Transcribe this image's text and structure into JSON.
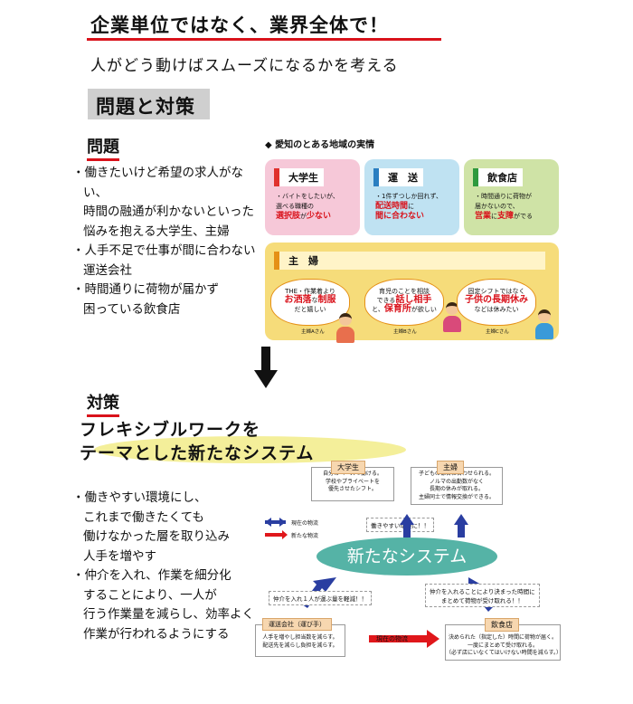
{
  "header": {
    "title": "企業単位ではなく、業界全体で！",
    "subtitle": "人がどう動けばスムーズになるかを考える"
  },
  "section": {
    "label": "問題と対策"
  },
  "problems": {
    "heading": "問題",
    "bullets": [
      "・働きたいけど希望の求人がない、\n時間の融通が利かないといった\n悩みを抱える大学生、主婦",
      "・人手不足で仕事が間に合わない\n運送会社",
      "・時間通りに荷物が届かず\n困っている飲食店"
    ]
  },
  "infographic": {
    "caption": "◆ 愛知のとある地域の実情",
    "cards": [
      {
        "label": "大学生",
        "accent": "#e0312d",
        "bg": "#f6c8d8",
        "lines": [
          "・バイトをしたいが、",
          "選べる職種の",
          "選択肢",
          "が",
          "少ない"
        ]
      },
      {
        "label": "運　送",
        "accent": "#2a7fc1",
        "bg": "#bfe2f2",
        "lines": [
          "・1件ずつしか回れず、",
          "配送時間",
          "に",
          "間に合わない"
        ]
      },
      {
        "label": "飲食店",
        "accent": "#2f9a3e",
        "bg": "#cfe3a6",
        "lines": [
          "・時間通りに荷物が",
          "届かないので、",
          "営業",
          "に",
          "支障",
          "がでる"
        ]
      }
    ],
    "housewife": {
      "label": "主　婦",
      "bubbles": [
        {
          "a": "THE・作業着より",
          "b": "お洒落",
          "c": "な",
          "d": "制服",
          "e": "だと嬉しい",
          "who": "主婦Aさん"
        },
        {
          "a": "育児のことを相談",
          "b": "できる",
          "c": "話し相手",
          "d": "と、",
          "e": "保育所",
          "f": "が欲しい",
          "who": "主婦Bさん"
        },
        {
          "a": "固定シフトではなく",
          "b": "子供の長期休み",
          "c": "などは休みたい",
          "who": "主婦Cさん"
        }
      ]
    }
  },
  "solutions": {
    "heading": "対策",
    "ribbon_line1": "フレキシブルワークを",
    "ribbon_line2": "テーマとした新たなシステム",
    "bullets": [
      "・働きやすい環境にし、\nこれまで働きたくても\n働けなかった層を取り込み\n人手を増やす",
      "・仲介を入れ、作業を細分化\nすることにより、一人が\n行う作業量を減らし、効率よく\n作業が行われるようにする"
    ]
  },
  "diagram": {
    "student": {
      "tag": "大学生",
      "text": "自分のペースで働ける。\n学校やプライベートを\n優先させたシフト。"
    },
    "housewife": {
      "tag": "主婦",
      "text": "子どもの都合に合わせられる。\nノルマの出勤数がなく\n長期の休みが取れる。\n主婦同士で情報交換ができる。"
    },
    "legend_current": "現在の物流",
    "legend_new": "新たな物流",
    "note_top": "働きやすい環境に！！",
    "center": "新たなシステム",
    "note_left": "仲介を入れ１人が運ぶ量を軽減！！",
    "note_right": "仲介を入れることにより決まった時間に\nまとめて荷物が受け取れる！！",
    "transport": {
      "tag": "運送会社（運び手）",
      "text": "人手を増やし担当数を減らす。\n配送先を減らし負担を減らす。"
    },
    "arrow_label": "現在の物流",
    "restaurant": {
      "tag": "飲食店",
      "text": "決められた（指定した）時間に荷物が届く。\n一度にまとめて受け取れる。\n（必ず店にいなくてはいけない時間を減らす。）"
    }
  }
}
